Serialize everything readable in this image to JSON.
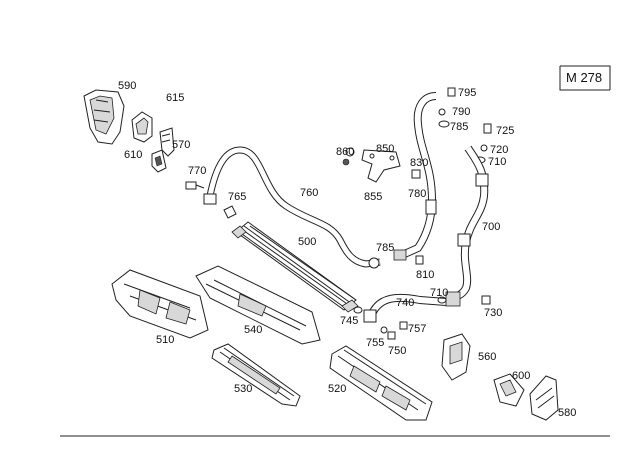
{
  "diagram": {
    "model_code": "M 278",
    "labels": [
      {
        "id": "590",
        "text": "590"
      },
      {
        "id": "615",
        "text": "615"
      },
      {
        "id": "610",
        "text": "610"
      },
      {
        "id": "570",
        "text": "570"
      },
      {
        "id": "770",
        "text": "770"
      },
      {
        "id": "765",
        "text": "765"
      },
      {
        "id": "760",
        "text": "760"
      },
      {
        "id": "500",
        "text": "500"
      },
      {
        "id": "860",
        "text": "860"
      },
      {
        "id": "850",
        "text": "850"
      },
      {
        "id": "855",
        "text": "855"
      },
      {
        "id": "830",
        "text": "830"
      },
      {
        "id": "780",
        "text": "780"
      },
      {
        "id": "795",
        "text": "795"
      },
      {
        "id": "790",
        "text": "790"
      },
      {
        "id": "785a",
        "text": "785"
      },
      {
        "id": "785b",
        "text": "785"
      },
      {
        "id": "725",
        "text": "725"
      },
      {
        "id": "720",
        "text": "720"
      },
      {
        "id": "710a",
        "text": "710"
      },
      {
        "id": "710b",
        "text": "710"
      },
      {
        "id": "700",
        "text": "700"
      },
      {
        "id": "810",
        "text": "810"
      },
      {
        "id": "740",
        "text": "740"
      },
      {
        "id": "730",
        "text": "730"
      },
      {
        "id": "745",
        "text": "745"
      },
      {
        "id": "757",
        "text": "757"
      },
      {
        "id": "755",
        "text": "755"
      },
      {
        "id": "750",
        "text": "750"
      },
      {
        "id": "510",
        "text": "510"
      },
      {
        "id": "540",
        "text": "540"
      },
      {
        "id": "530",
        "text": "530"
      },
      {
        "id": "520",
        "text": "520"
      },
      {
        "id": "560",
        "text": "560"
      },
      {
        "id": "600",
        "text": "600"
      },
      {
        "id": "580",
        "text": "580"
      }
    ]
  }
}
